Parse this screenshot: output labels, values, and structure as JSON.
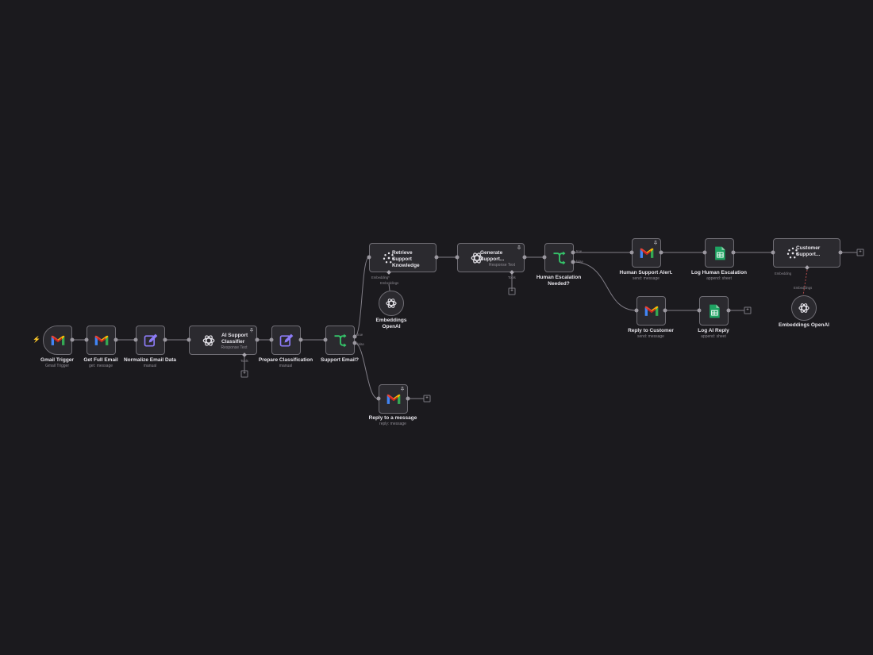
{
  "nodes": {
    "gmail_trigger": {
      "title": "Gmail Trigger",
      "sub": "Gmail Trigger",
      "icon": "gmail-icon"
    },
    "get_full_email": {
      "title": "Get Full Email",
      "sub": "get: message",
      "icon": "gmail-icon"
    },
    "normalize_email": {
      "title": "Normalize Email Data",
      "sub": "manual",
      "icon": "edit-icon"
    },
    "ai_classifier": {
      "title": "AI Support Classifier",
      "sub": "Response Text",
      "icon": "openai-icon"
    },
    "prepare_classification": {
      "title": "Prepare Classification",
      "sub": "manual",
      "icon": "edit-icon"
    },
    "support_email": {
      "title": "Support Email?",
      "icon": "if-branch-icon"
    },
    "retrieve_knowledge": {
      "title": "Retrieve Support Knowledge",
      "icon": "vector-store-icon"
    },
    "embeddings_1": {
      "title": "Embeddings OpenAI",
      "icon": "openai-icon"
    },
    "generate_support": {
      "title": "Generate Support...",
      "sub": "Response Text",
      "icon": "openai-icon"
    },
    "human_escalation": {
      "title": "Human Escalation Needed?",
      "icon": "if-branch-icon"
    },
    "human_alert": {
      "title": "Human Support Alert.",
      "sub": "send: message",
      "icon": "gmail-icon"
    },
    "log_escalation": {
      "title": "Log Human Escalation",
      "sub": "append: sheet",
      "icon": "sheets-icon"
    },
    "customer_support": {
      "title": "Customer Support...",
      "icon": "vector-store-icon"
    },
    "embeddings_2": {
      "title": "Embeddings OpenAI",
      "icon": "openai-icon"
    },
    "reply_customer": {
      "title": "Reply to Customer",
      "sub": "send: message",
      "icon": "gmail-icon"
    },
    "log_ai_reply": {
      "title": "Log AI Reply",
      "sub": "append: sheet",
      "icon": "sheets-icon"
    },
    "reply_message": {
      "title": "Reply to a message",
      "sub": "reply: message",
      "icon": "gmail-icon"
    }
  },
  "connector_labels": {
    "tools_1": "Tools",
    "tools_2": "Tools",
    "true_1": "true",
    "false_1": "false",
    "true_2": "true",
    "false_2": "false",
    "embedding_1": "Embedding*",
    "embeddings_1": "Embeddings",
    "embedding_2": "Embedding",
    "embeddings_2": "Embeddings"
  },
  "colors": {
    "canvas": "#1b1a1e",
    "node_bg": "#2b2a2f",
    "node_border": "#6f6d74",
    "wire": "#807d86",
    "trigger_accent": "#ff6d3a",
    "if_green": "#35c46a",
    "edit_purple": "#8d7cf7",
    "sheets_green": "#1fa463"
  }
}
